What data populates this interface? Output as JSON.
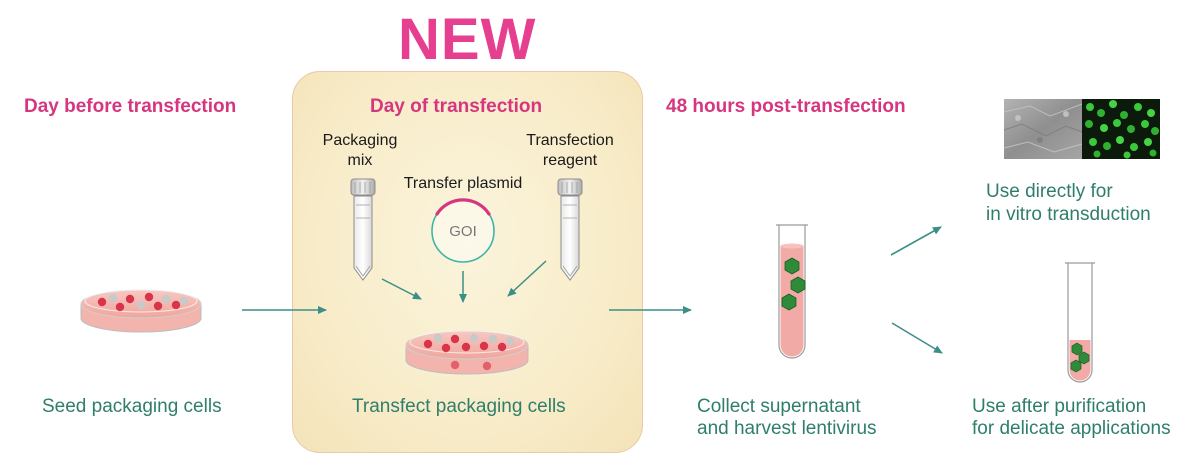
{
  "badge": "NEW",
  "stages": [
    {
      "heading": "Day before transfection",
      "caption_lines": [
        "Seed packaging cells"
      ]
    },
    {
      "heading": "Day of transfection",
      "caption_lines": [
        "Transfect packaging cells"
      ]
    },
    {
      "heading": "48 hours post-transfection",
      "caption_lines": [
        "Collect supernatant",
        "and harvest lentivirus"
      ]
    }
  ],
  "reagents": {
    "packaging_mix": [
      "Packaging",
      "mix"
    ],
    "transfer_plasmid": "Transfer plasmid",
    "plasmid_insert": "GOI",
    "transfection_reagent": [
      "Transfection",
      "reagent"
    ]
  },
  "outcomes": [
    {
      "lines": [
        "Use directly for",
        "in vitro transduction"
      ]
    },
    {
      "lines": [
        "Use after purification",
        "for delicate applications"
      ]
    }
  ],
  "colors": {
    "heading": "#d6367f",
    "caption": "#2f7e6c",
    "arrow": "#3b8f86",
    "panel_fill": "#f8ecc9",
    "panel_border": "#e9c9a8",
    "cell_red": "#d9344a",
    "cell_grey": "#c9c9c9",
    "virus_green": "#2f8a3a",
    "tube_liquid": "#f2aaa6"
  }
}
